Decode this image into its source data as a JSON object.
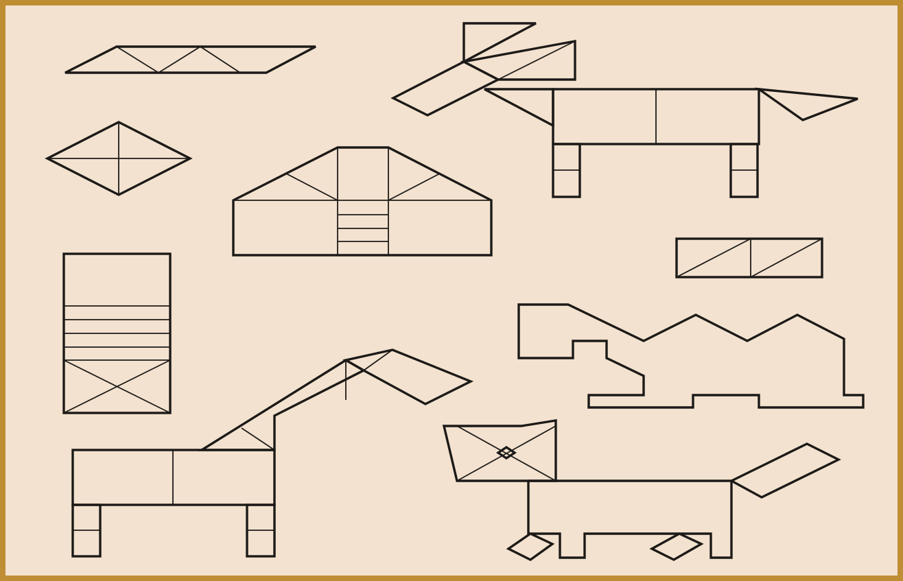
{
  "figure": {
    "figures": [
      "parallelogram",
      "diamond",
      "house",
      "tower",
      "dog",
      "small-rectangle",
      "camel",
      "giraffe",
      "cat"
    ]
  },
  "colors": {
    "background": "#f3e2cf",
    "border": "#bf8d34",
    "ink": "#1c1a18"
  }
}
